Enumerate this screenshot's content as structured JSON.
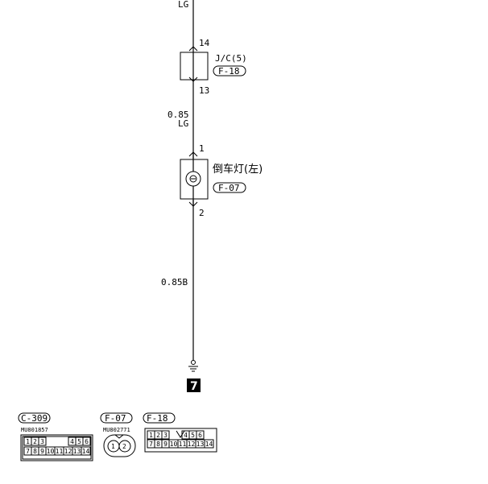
{
  "wire_top": {
    "color_code": "LG"
  },
  "junction": {
    "pin_top": "14",
    "pin_bottom": "13",
    "label": "J/C(5)",
    "connector_ref": "F-18"
  },
  "wire_mid": {
    "gauge": "0.85",
    "color_code": "LG"
  },
  "lamp": {
    "pin_top": "1",
    "pin_bottom": "2",
    "label": "倒车灯(左)",
    "connector_ref": "F-07"
  },
  "wire_bottom": {
    "spec": "0.85B"
  },
  "ground": {
    "number": "7"
  },
  "connectors": {
    "c309": {
      "ref": "C-309",
      "part_no": "MU801857",
      "pins_top": [
        "1",
        "2",
        "3",
        "4",
        "5",
        "6"
      ],
      "pins_bottom": [
        "7",
        "8",
        "9",
        "10",
        "11",
        "12",
        "13",
        "14"
      ]
    },
    "f07": {
      "ref": "F-07",
      "part_no": "MU802771",
      "pins": [
        "1",
        "2"
      ]
    },
    "f18": {
      "ref": "F-18",
      "pins_top": [
        "1",
        "2",
        "3",
        "4",
        "5",
        "6"
      ],
      "pins_bottom": [
        "7",
        "8",
        "9",
        "10",
        "11",
        "12",
        "13",
        "14"
      ]
    }
  }
}
